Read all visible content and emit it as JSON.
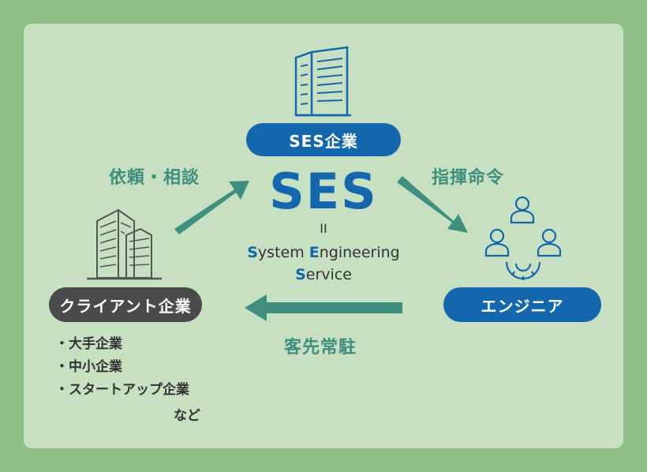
{
  "ses_company": {
    "label": "SES企業"
  },
  "client": {
    "label": "クライアント企業"
  },
  "engineer": {
    "label": "エンジニア"
  },
  "center": {
    "acronym": "SES",
    "equals": "II",
    "line1_initial": "S",
    "line1_rest": "ystem ",
    "line1_initial2": "E",
    "line1_rest2": "ngineering",
    "line2_initial": "S",
    "line2_rest": "ervice"
  },
  "flows": {
    "client_to_ses": "依頼・相談",
    "ses_to_engineer": "指揮命令",
    "engineer_to_client": "客先常駐"
  },
  "client_examples": [
    "大手企業",
    "中小企業",
    "スタートアップ企業"
  ],
  "client_examples_suffix": "など",
  "colors": {
    "outer_bg": "#8fbe87",
    "panel_bg": "#c6e0c1",
    "brand_blue": "#1467ac",
    "arrow_green": "#3f8e7e",
    "dark_pill": "#4a4a4a"
  },
  "icons": {
    "ses_company": "office-tower-icon",
    "client": "office-buildings-icon",
    "engineer": "team-gear-icon"
  }
}
